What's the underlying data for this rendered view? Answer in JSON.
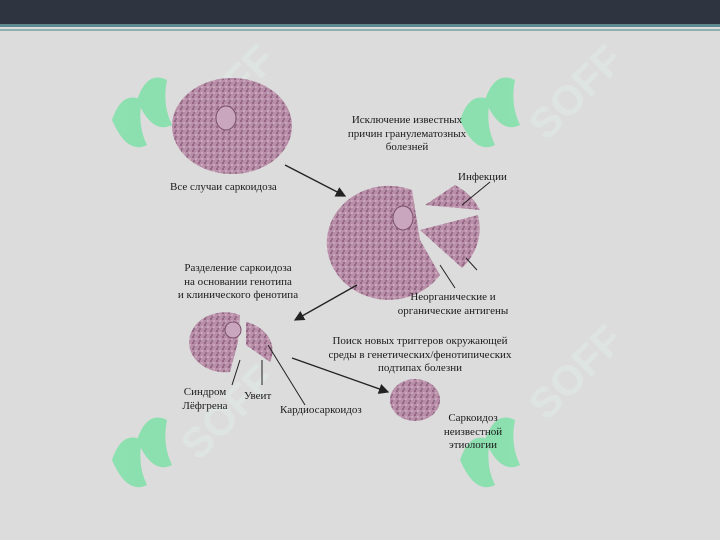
{
  "watermark": {
    "text": "SOFF",
    "icon": "soff-logo",
    "color": "#7fe0a8"
  },
  "labels": {
    "all_cases": "Все случаи саркоидоза",
    "exclusion_line1": "Исключение известных",
    "exclusion_line2": "причин гранулематозных",
    "exclusion_line3": "болезней",
    "infections": "Инфекции",
    "inorganic_line1": "Неорганические и",
    "inorganic_line2": "органические  антигены",
    "separation_line1": "Разделение саркоидоза",
    "separation_line2": "на основании генотипа",
    "separation_line3": "и клинического фенотипа",
    "search_line1": "Поиск новых триггеров окружающей",
    "search_line2": "среды в генетических/фенотипических",
    "search_line3": "подтипах болезни",
    "lofgren_line1": "Синдром",
    "lofgren_line2": "Лёфгрена",
    "uveitis": "Увеит",
    "cardiosarcoidosis": "Кардиосаркоидоз",
    "unknown_line1": "Саркоидоз",
    "unknown_line2": "неизвестной",
    "unknown_line3": "этиологии"
  }
}
